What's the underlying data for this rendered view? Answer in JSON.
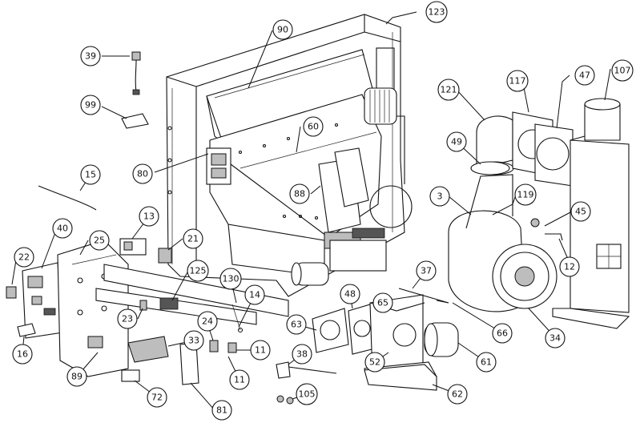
{
  "callouts": [
    {
      "label": "123"
    },
    {
      "label": "90"
    },
    {
      "label": "39"
    },
    {
      "label": "99"
    },
    {
      "label": "60"
    },
    {
      "label": "80"
    },
    {
      "label": "15"
    },
    {
      "label": "88"
    },
    {
      "label": "121"
    },
    {
      "label": "117"
    },
    {
      "label": "47"
    },
    {
      "label": "107"
    },
    {
      "label": "49"
    },
    {
      "label": "3"
    },
    {
      "label": "119"
    },
    {
      "label": "45"
    },
    {
      "label": "13"
    },
    {
      "label": "40"
    },
    {
      "label": "22"
    },
    {
      "label": "25"
    },
    {
      "label": "21"
    },
    {
      "label": "125"
    },
    {
      "label": "130"
    },
    {
      "label": "14"
    },
    {
      "label": "12"
    },
    {
      "label": "37"
    },
    {
      "label": "48"
    },
    {
      "label": "65"
    },
    {
      "label": "63"
    },
    {
      "label": "23"
    },
    {
      "label": "66"
    },
    {
      "label": "34"
    },
    {
      "label": "24"
    },
    {
      "label": "11"
    },
    {
      "label": "33"
    },
    {
      "label": "16"
    },
    {
      "label": "38"
    },
    {
      "label": "52"
    },
    {
      "label": "61"
    },
    {
      "label": "11"
    },
    {
      "label": "89"
    },
    {
      "label": "105"
    },
    {
      "label": "62"
    },
    {
      "label": "72"
    },
    {
      "label": "81"
    }
  ]
}
